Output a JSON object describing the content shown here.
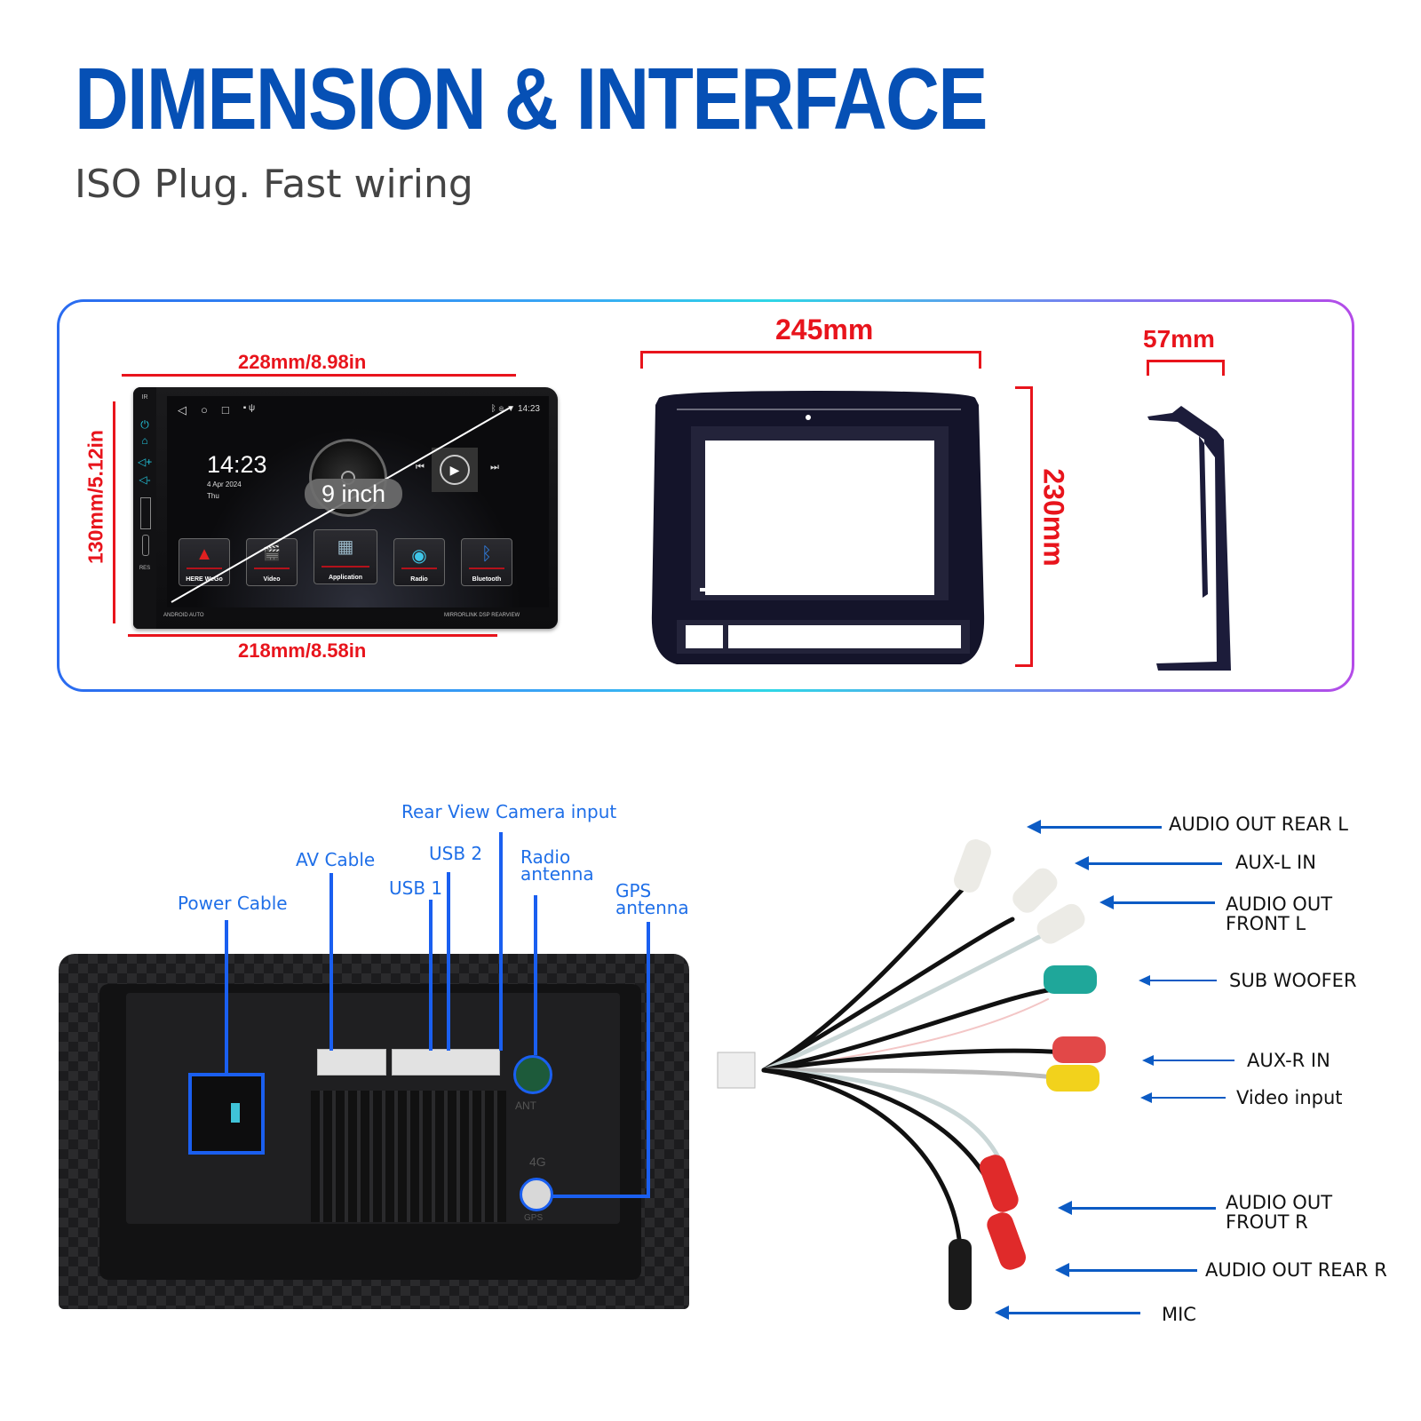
{
  "header": {
    "title": "DIMENSION & INTERFACE",
    "subtitle": "ISO Plug. Fast wiring"
  },
  "colors": {
    "title_blue": "#0650b5",
    "dimension_red": "#e8141c",
    "callout_blue": "#1a5ff0",
    "arrow_blue": "#0c5bc4"
  },
  "dimensions": {
    "unit_top_width": "228mm/8.98in",
    "unit_bottom_width": "218mm/8.58in",
    "unit_height": "130mm/5.12in",
    "screen_size": "9 inch",
    "frame_width": "245mm",
    "frame_height": "230mm",
    "frame_depth": "57mm"
  },
  "head_unit_screen": {
    "clock": "14:23",
    "date": "4 Apr 2024",
    "day": "Thu",
    "status_time": "14:23",
    "apps": [
      {
        "label": "HERE WeGo",
        "icon": "navigation-arrow-icon"
      },
      {
        "label": "Video",
        "icon": "video-clapper-icon"
      },
      {
        "label": "Application",
        "icon": "app-grid-icon"
      },
      {
        "label": "Radio",
        "icon": "radio-antenna-icon"
      },
      {
        "label": "Bluetooth",
        "icon": "bluetooth-icon"
      }
    ],
    "footer_left": "ANDROID AUTO",
    "footer_right": "MIRRORLINK  DSP  REARVIEW",
    "side_labels": [
      "IR",
      "RES"
    ]
  },
  "rear_interface": {
    "callouts": [
      {
        "label": "Power Cable"
      },
      {
        "label": "AV Cable"
      },
      {
        "label": "USB 1"
      },
      {
        "label": "USB 2"
      },
      {
        "label": "Rear View Camera input"
      },
      {
        "label": "Radio antenna"
      },
      {
        "label": "GPS antenna"
      }
    ],
    "port_marks": [
      "ANT",
      "4G",
      "GPS"
    ]
  },
  "av_cable": {
    "labels": [
      {
        "text": "AUDIO OUT REAR L"
      },
      {
        "text": "AUX-L IN"
      },
      {
        "text": "AUDIO OUT FRONT L",
        "line1": "AUDIO OUT",
        "line2": "FRONT L"
      },
      {
        "text": "SUB WOOFER"
      },
      {
        "text": "AUX-R IN"
      },
      {
        "text": "Video input"
      },
      {
        "text": "AUDIO OUT FROUT R",
        "line1": "AUDIO OUT",
        "line2": "FROUT R"
      },
      {
        "text": "AUDIO OUT REAR R"
      },
      {
        "text": "MIC"
      }
    ]
  }
}
